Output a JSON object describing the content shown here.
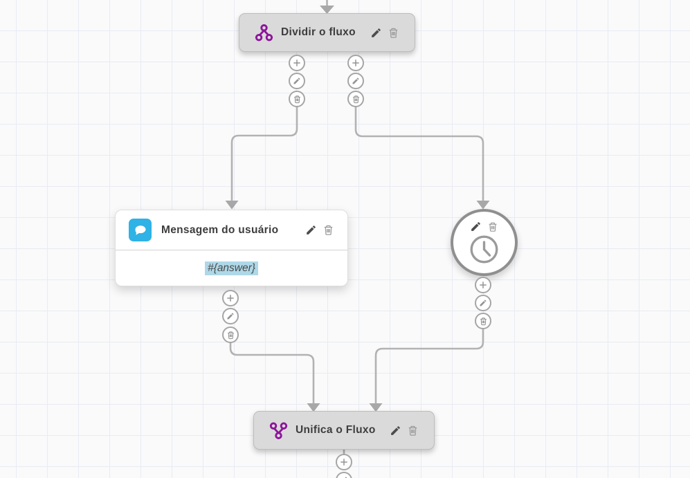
{
  "canvas": {
    "background_color": "#fafafb",
    "grid_line_color": "#e8ebf3",
    "connector_color": "#b2b2b2"
  },
  "colors": {
    "node_header_bg": "#dadada",
    "accent_purple": "#8d149b",
    "accent_blue": "#2fb2e5",
    "variable_highlight_bg": "#aed8e8",
    "icon_dark": "#4d4d4d",
    "icon_gray": "#9a9a9a"
  },
  "nodes": {
    "split": {
      "title": "Dividir o fluxo",
      "icon": "split-branch-icon"
    },
    "user_message": {
      "title": "Mensagem do usuário",
      "icon": "chat-bubble-icon",
      "variable_text": "#{answer}"
    },
    "timer": {
      "icon": "clock-icon"
    },
    "merge": {
      "title": "Unifica o Fluxo",
      "icon": "merge-branch-icon"
    }
  },
  "connector_buttons": {
    "add": "plus-icon",
    "edit": "pencil-icon",
    "delete": "trash-icon"
  },
  "node_actions": {
    "edit": "pencil-icon",
    "delete": "trash-icon"
  }
}
